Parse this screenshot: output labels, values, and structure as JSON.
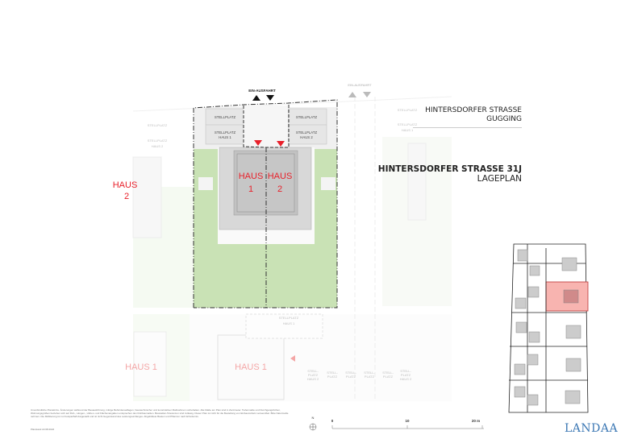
{
  "header": {
    "project_line1": "HINTERSDORFER STRASSE",
    "project_line2": "GUGGING",
    "title": "HINTERSDORFER STRASSE 31J",
    "subtitle": "LAGEPLAN"
  },
  "plan": {
    "entry_label": "EIN-AUSFAHRT",
    "entry_label_neighbor": "EIN-AUSFAHRT",
    "parking": [
      "STELLPLATZ",
      "STELLPLATZ",
      "HAUS 1",
      "STELLPLATZ",
      "STELLPLATZ",
      "HAUS 2"
    ],
    "house1_label": [
      "HAUS",
      "1"
    ],
    "house2_label": [
      "HAUS",
      "2"
    ],
    "neighbor_left_label": [
      "HAUS",
      "2"
    ],
    "neighbor_left_parking": [
      "STELLPLATZ",
      "STELLPLATZ",
      "HAUS 2"
    ],
    "neighbor_right_parking": [
      "STELLPLATZ",
      "STELLPLATZ",
      "HAUS 1"
    ],
    "bottom_house_left": "HAUS 1",
    "bottom_house_mid": "HAUS 1",
    "bottom_parking_top": [
      "STELLPLATZ",
      "HAUS 1"
    ],
    "bottom_parking_row": [
      "STELL-",
      "PLATZ",
      "HAUS 2",
      "STELL-",
      "PLATZ",
      "STELL-",
      "PLATZ",
      "STELL-",
      "PLATZ",
      "STELL-",
      "PLATZ",
      "STELL-",
      "PLATZ",
      "HAUS 2"
    ],
    "north_label": "N",
    "scale_labels": [
      "0",
      "10",
      "20 m"
    ]
  },
  "footer": {
    "disclaimer": "Unverbindliche Planskizze. Änderungen während der Bauausführung, infolge Behördenauflagen, haustechnischer und konstruktiver Maßnahmen vorbehalten. Alle Maße am Plan sind in Zentimeter. Tiefenmaße und Durchgangshöhen, Wohnungsgrößen beziehen sich auf Roh-, Längen-, Höhen- und Flächenangaben entsprechen den Rohbaumaßen. Baustellen-Toleranzen sind zulässig. Dieser Plan ist nicht für die Bestellung von Einbaumöbeln verwendbar. Bitte Naturmaße nehmen. Die Möblierung ist nur beispielhaft dargestellt und ist nicht Gegenstand des Leistungsumfanges. Abgebildete Bauten und Pflanzen nach Erfordernis.",
    "date": "Planstand 22.08.2022",
    "logo": "LANDAA"
  },
  "colors": {
    "accent_red": "#e8202a",
    "lawn": "#c9e2b5",
    "highlight": "#f8b4b0",
    "logo_blue": "#3c78b4"
  }
}
